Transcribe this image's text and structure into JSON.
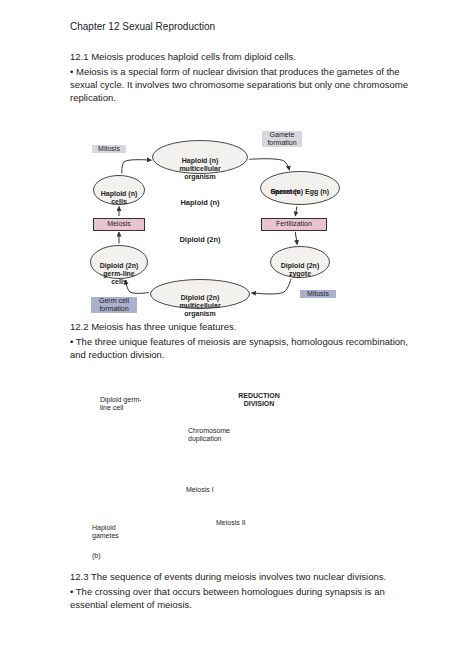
{
  "diagram": {
    "title": "Chapter 12 Sexual Reproduction",
    "nodes": [
      {
        "text": [
          "Haploid (n)"
        ]
      },
      {
        "text": [
          "Haploid (n) multicellular organism"
        ],
        "in": 0
      },
      {
        "text": [
          "Haploid (n) cells"
        ],
        "in": 0
      },
      {
        "text": [
          "Gametes",
          "Sperm (n) Egg (n)"
        ],
        "in": 0
      },
      {
        "text": [
          "Meiosis"
        ]
      },
      {
        "text": [
          "Fertilization"
        ]
      },
      {
        "text": [
          "Diploid (2n)"
        ]
      },
      {
        "text": [
          "Diploid (2n) germ-line cells"
        ],
        "in": 6
      },
      {
        "text": [
          "Diploid (2n) zygote"
        ],
        "in": 6
      },
      {
        "text": [
          "Diploid (2n) multicellular organism"
        ],
        "in": 6
      }
    ],
    "edges": [
      {
        "from": 2,
        "to": 1,
        "label": "Mitosis",
        "arrow": "to"
      },
      {
        "from": 1,
        "to": 3,
        "label": "Gamete formation",
        "arrow": "to"
      },
      {
        "from": 3,
        "to": 5,
        "arrow": "to"
      },
      {
        "from": 5,
        "to": 8,
        "arrow": "to"
      },
      {
        "from": 8,
        "to": 9,
        "label": "Mitosis",
        "arrow": "to"
      },
      {
        "from": 9,
        "to": 7,
        "label": "Germ cell formation",
        "arrow": "to"
      },
      {
        "from": 7,
        "to": 4,
        "arrow": "to"
      },
      {
        "from": 4,
        "to": 2,
        "arrow": "to"
      }
    ],
    "labels": [
      "12.1 Meiosis produces haploid cells from diploid cells.",
      "• Meiosis is a special form of nuclear division that produces the gametes of the sexual cycle. It involves two chromosome separations but only one chromosome replication.",
      "12.2 Meiosis has three unique features.",
      "• The three unique features of meiosis are synapsis, homologous recombination, and reduction division.",
      "REDUCTION DIVISION",
      "Diploid germ-line cell",
      "Chromosome duplication",
      "Meiosis I",
      "Meiosis II",
      "Haploid gametes",
      "(b)",
      "12.3 The sequence of events during meiosis involves two nuclear divisions.",
      "• The crossing over that occurs between homologues during synapsis is an essential element of meiosis."
    ]
  }
}
